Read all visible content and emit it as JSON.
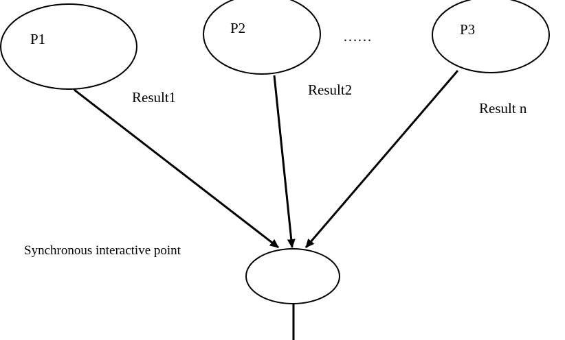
{
  "nodes": [
    {
      "id": "p1",
      "label": "P1"
    },
    {
      "id": "p2",
      "label": "P2"
    },
    {
      "id": "p3",
      "label": "P3"
    },
    {
      "id": "sync",
      "label": ""
    }
  ],
  "ellipsis": "……",
  "edges": [
    {
      "from": "p1",
      "to": "sync",
      "label": "Result1"
    },
    {
      "from": "p2",
      "to": "sync",
      "label": "Result2"
    },
    {
      "from": "p3",
      "to": "sync",
      "label": "Result n"
    }
  ],
  "sync_label": "Synchronous interactive point",
  "colors": {
    "stroke": "#000000",
    "fill": "#ffffff"
  }
}
